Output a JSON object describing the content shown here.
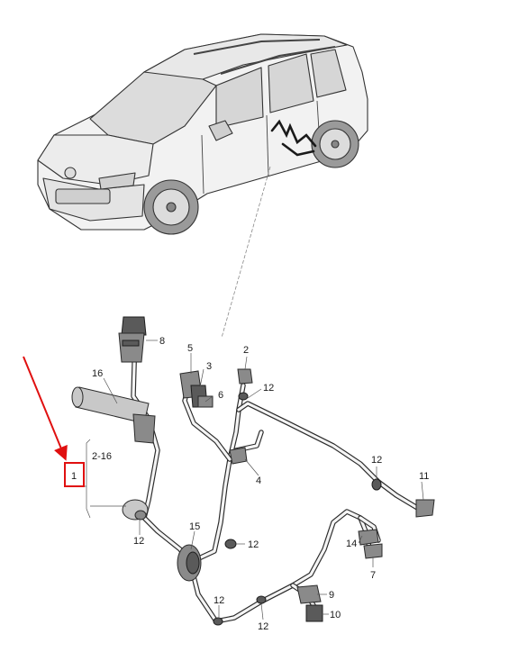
{
  "callouts": {
    "c1": "1",
    "c2_16": "2-16",
    "c2": "2",
    "c3": "3",
    "c4": "4",
    "c5": "5",
    "c6": "6",
    "c7": "7",
    "c8": "8",
    "c9": "9",
    "c10": "10",
    "c11": "11",
    "c12a": "12",
    "c12b": "12",
    "c12c": "12",
    "c12d": "12",
    "c12e": "12",
    "c12f": "12",
    "c14": "14",
    "c15": "15",
    "c16": "16"
  },
  "colors": {
    "highlight": "#e01010",
    "line": "#2a2a2a",
    "body_fill": "#f2f2f2"
  }
}
